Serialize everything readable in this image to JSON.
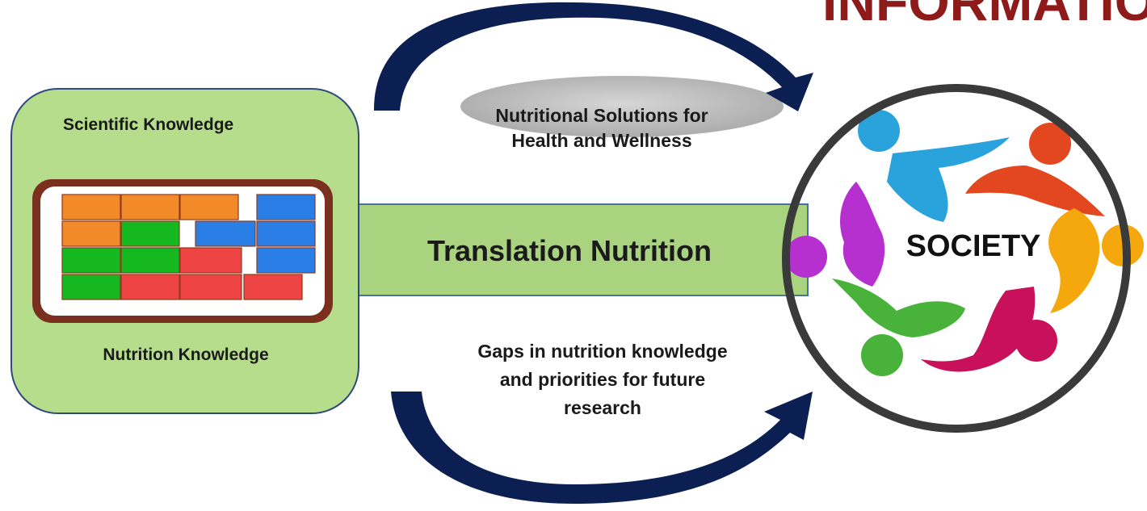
{
  "diagram": {
    "corner_text": "INFORMATIO",
    "left_box": {
      "top_label": "Scientific Knowledge",
      "bottom_label": "Nutrition Knowledge"
    },
    "center_band_label": "Translation Nutrition",
    "top_arrow_label": "Nutritional Solutions for\nHealth and Wellness",
    "bottom_arrow_label": "Gaps in nutrition knowledge\nand priorities  for future\nresearch",
    "circle_label": "SOCIETY",
    "colors": {
      "box_fill": "#b6dd8c",
      "box_border": "#2e4a7d",
      "band_fill": "#a9d37f",
      "arrow_fill": "#0c1f52",
      "circle_border": "#3a3a3a",
      "block_orange": "#f28a2a",
      "block_green": "#15b81f",
      "block_red": "#ee4444",
      "block_blue": "#2a7fe6",
      "tray_border": "#7a2f1f",
      "corner_text": "#8e1a1a"
    },
    "figure_colors": [
      "#2aa3dc",
      "#e2471f",
      "#f5a80d",
      "#c8115a",
      "#49b23a",
      "#b62fcf"
    ]
  }
}
